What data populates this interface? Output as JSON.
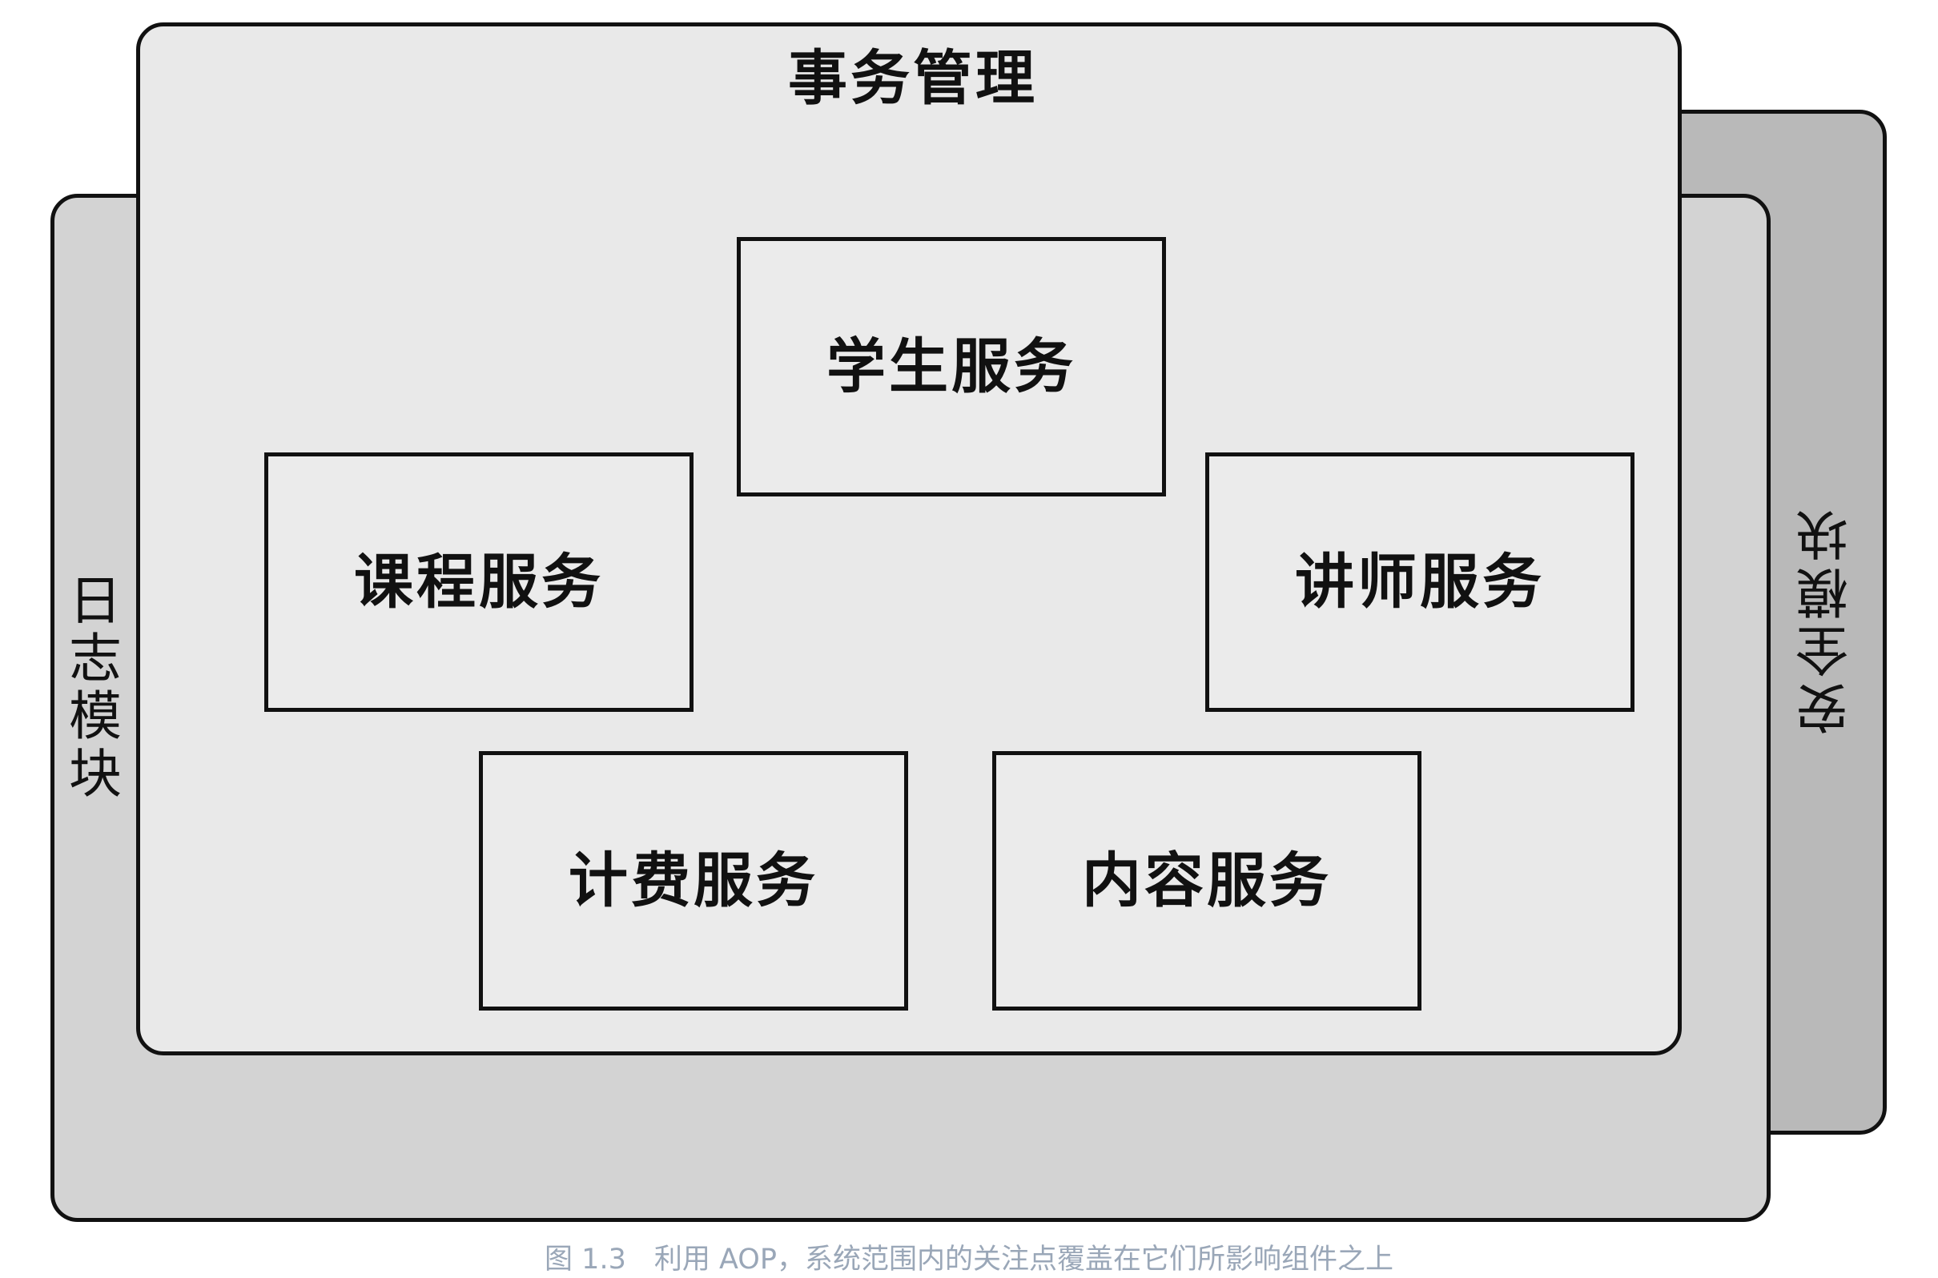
{
  "layers": {
    "transaction": {
      "title": "事务管理"
    },
    "logging": {
      "label": "日志模块"
    },
    "security": {
      "label": "安全模块"
    }
  },
  "services": {
    "student": "学生服务",
    "course": "课程服务",
    "teacher": "讲师服务",
    "billing": "计费服务",
    "content": "内容服务"
  },
  "caption": "图 1.3　利用 AOP，系统范围内的关注点覆盖在它们所影响组件之上",
  "colors": {
    "outline": "#111111",
    "transaction_fill": "#e9e9e9",
    "logging_fill": "#d3d3d3",
    "security_fill": "#b9b9b9",
    "caption_text": "#9aa7b8"
  }
}
